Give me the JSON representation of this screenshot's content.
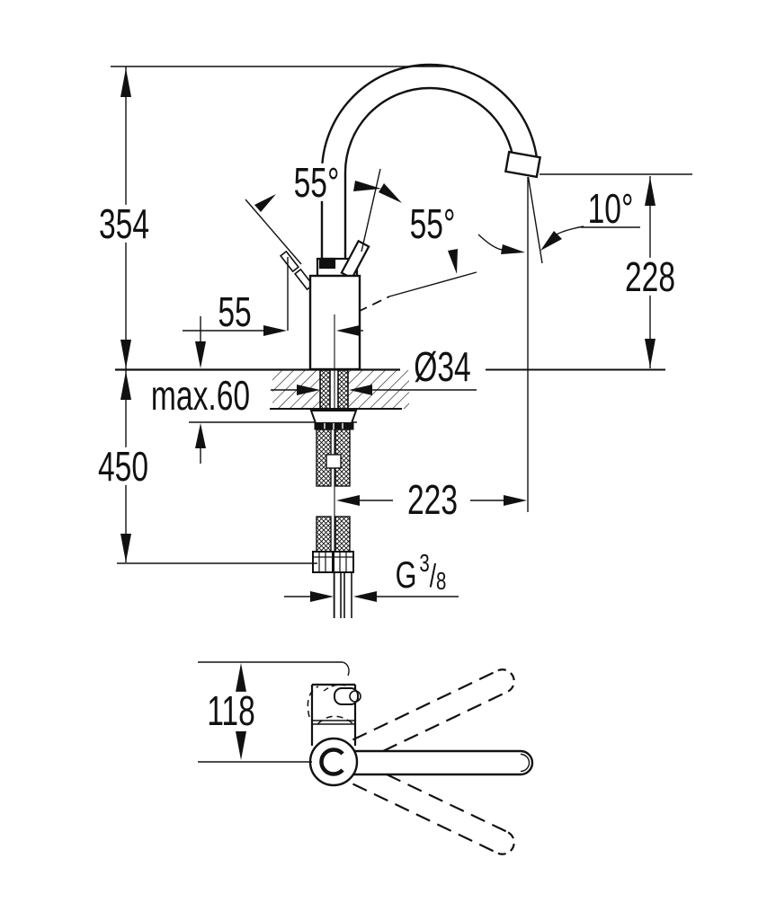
{
  "drawing": {
    "type": "technical-dimension-diagram",
    "subject": "single-lever kitchen faucet with high C-spout, front view and plan view",
    "labels": {
      "height_overall": "354",
      "hose_clearance": "450",
      "mounting_thickness": "max.60",
      "lever_offset": "55",
      "lever_angle_left": "55°",
      "lever_angle_right": "55°",
      "spout_angle": "10°",
      "spout_height": "228",
      "base_diameter": "Ø34",
      "spout_reach": "223",
      "plan_swivel_offset": "118",
      "thread": {
        "prefix": "G",
        "numerator": "3",
        "slash": "/",
        "denominator": "8"
      }
    }
  }
}
